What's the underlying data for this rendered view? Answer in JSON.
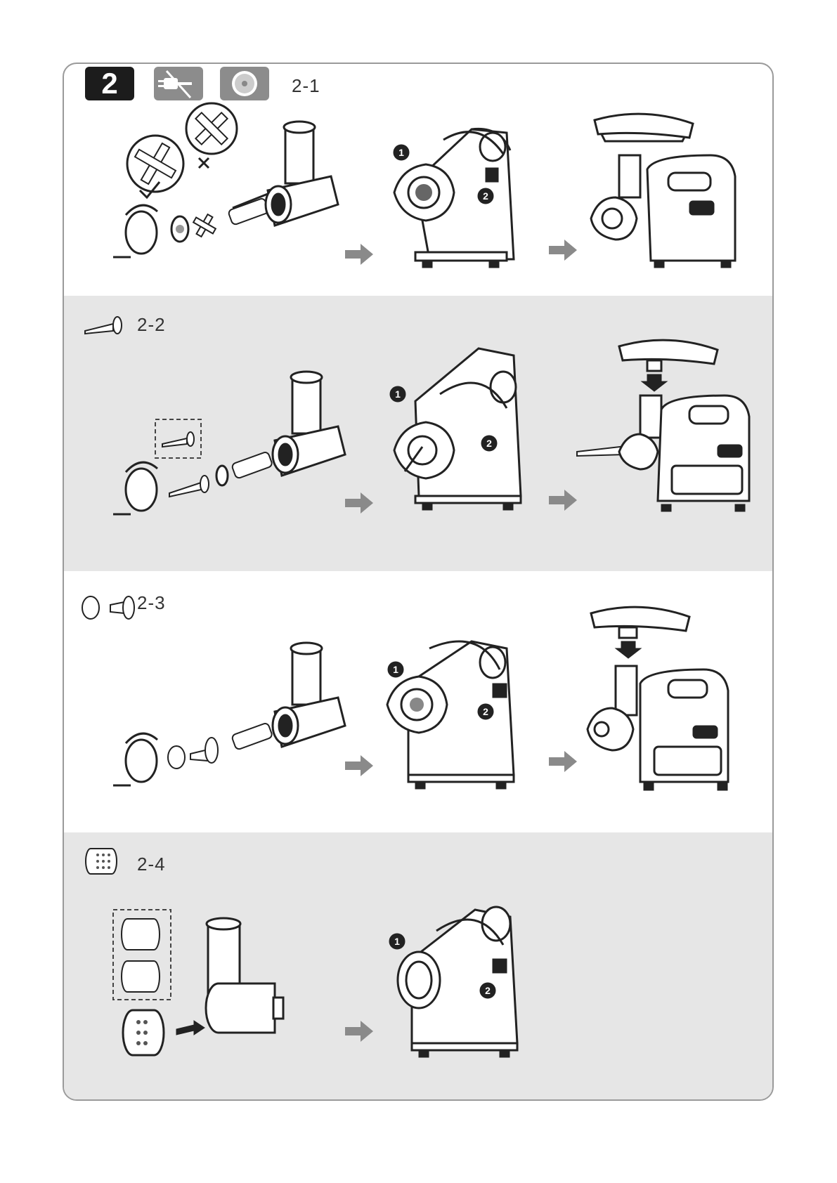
{
  "step": {
    "number": "2"
  },
  "sections": [
    {
      "id": "2-1",
      "label": "2-1"
    },
    {
      "id": "2-2",
      "label": "2-2"
    },
    {
      "id": "2-3",
      "label": "2-3"
    },
    {
      "id": "2-4",
      "label": "2-4"
    }
  ],
  "markers": {
    "one": "1",
    "two": "2"
  },
  "icons": {
    "unplug": "unplug-icon",
    "grinder_plate": "grinder-plate-icon",
    "check": "check-icon",
    "cross": "cross-icon",
    "arrow": "arrow-right-icon"
  },
  "colors": {
    "band_grey": "#e6e6e6",
    "badge_dark": "#1c1c1c",
    "badge_grey": "#8c8c8c",
    "arrow_grey": "#8a8a8a"
  }
}
